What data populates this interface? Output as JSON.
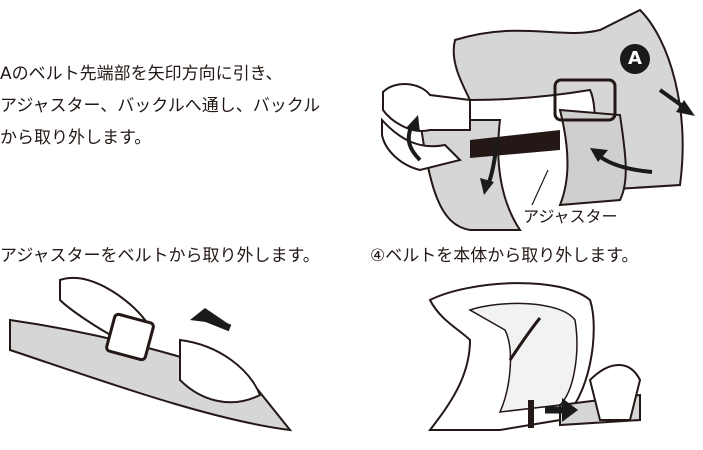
{
  "step2": {
    "line1": "Aのベルト先端部を矢印方向に引き、",
    "line2": "アジャスター、バックルへ通し、バックル",
    "line3": "から取り外します。"
  },
  "step3": {
    "text": "アジャスターをベルトから取り外します。"
  },
  "step4": {
    "text": "④ベルトを本体から取り外します。"
  },
  "labels": {
    "adjuster": "アジャスター",
    "marker": "A"
  },
  "colors": {
    "ink": "#231815",
    "belt": "#d6d6d6",
    "arrow": "#1a1a1a"
  }
}
